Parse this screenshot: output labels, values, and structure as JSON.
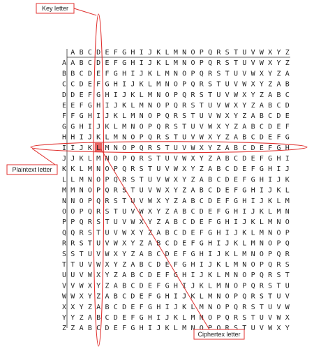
{
  "alphabet": "ABCDEFGHIJKLMNOPQRSTUVWXYZ",
  "labels": {
    "key_letter": "Key letter",
    "plaintext_letter": "Plaintext letter",
    "ciphertext_letter": "Ciphertex letter"
  },
  "highlight": {
    "key_letter": "D",
    "plaintext_letter": "I",
    "ciphertext_letter": "L"
  },
  "colors": {
    "accent": "#e0312f",
    "highlight_fill": "#e0312f",
    "text": "#1f1f1f",
    "rule": "#333333"
  }
}
